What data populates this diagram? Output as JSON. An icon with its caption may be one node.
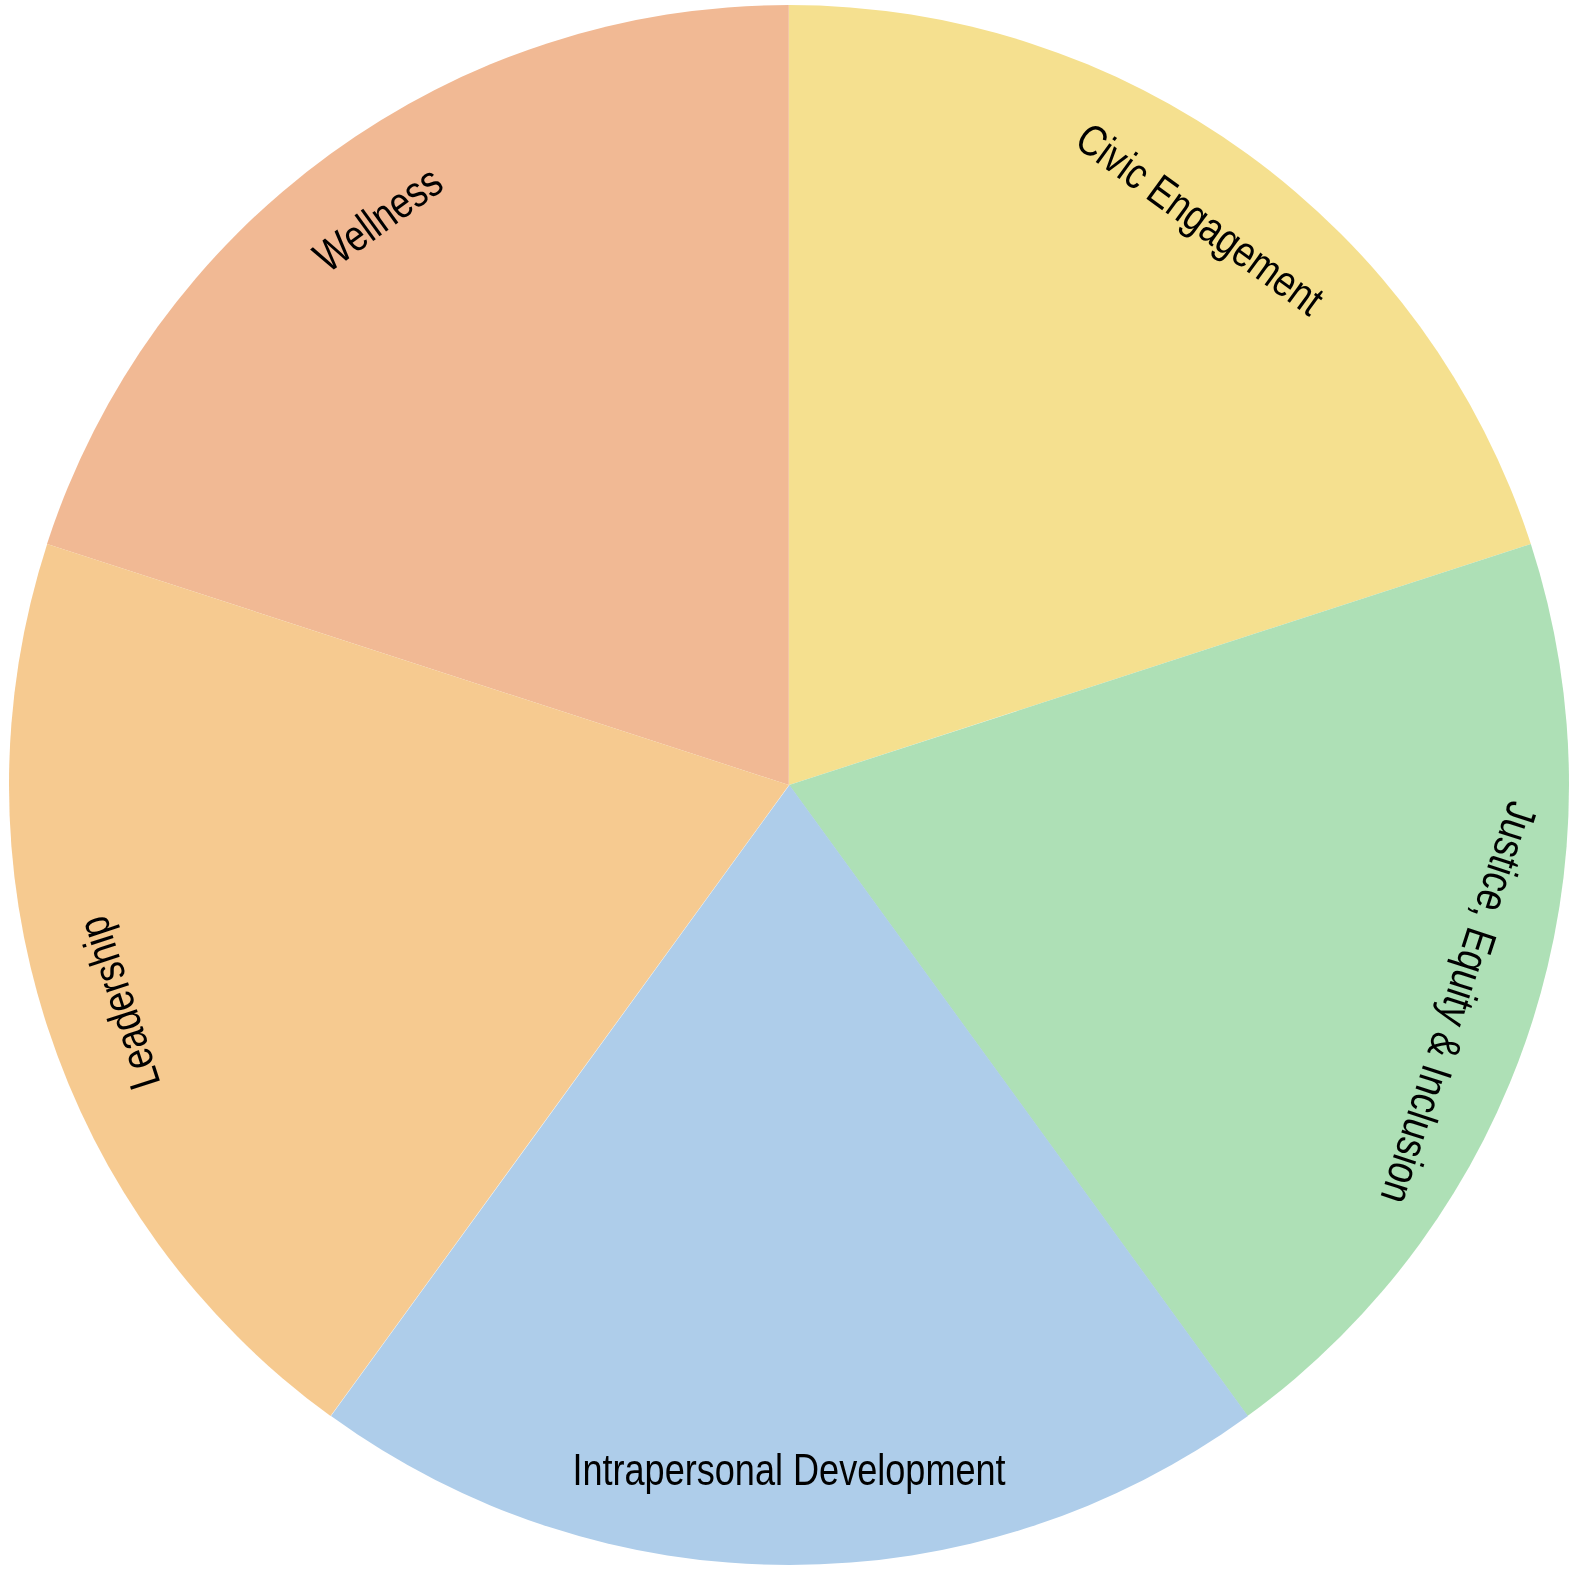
{
  "diagram": {
    "nodes": [
      {
        "text": [
          "Wellness"
        ]
      },
      {
        "text": [
          "Civic Engagement"
        ]
      },
      {
        "text": [
          "Leadership"
        ]
      },
      {
        "text": [
          "Justice, Equity & Inclusion"
        ]
      },
      {
        "text": [
          "Intrapersonal Development"
        ]
      }
    ]
  }
}
